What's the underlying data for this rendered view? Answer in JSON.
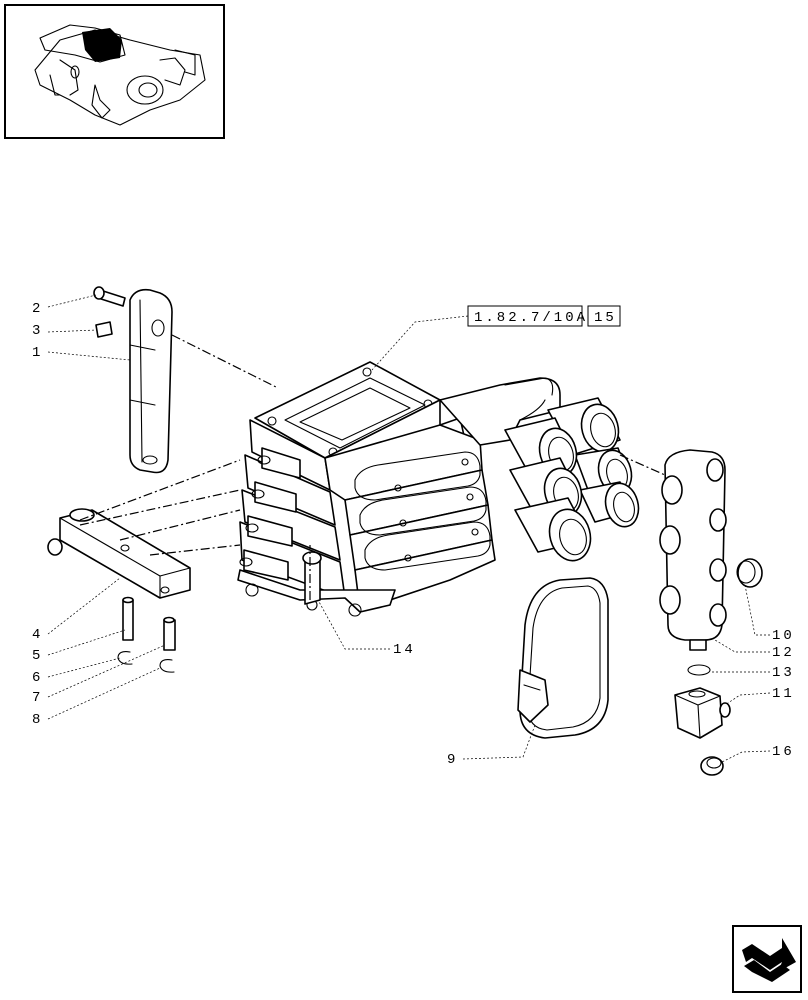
{
  "diagram": {
    "callouts": [
      {
        "id": "c1",
        "text": "1"
      },
      {
        "id": "c2",
        "text": "2"
      },
      {
        "id": "c3",
        "text": "3"
      },
      {
        "id": "c4",
        "text": "4"
      },
      {
        "id": "c5",
        "text": "5"
      },
      {
        "id": "c6",
        "text": "6"
      },
      {
        "id": "c7",
        "text": "7"
      },
      {
        "id": "c8",
        "text": "8"
      },
      {
        "id": "c9",
        "text": "9"
      },
      {
        "id": "c10",
        "text": "10"
      },
      {
        "id": "c11",
        "text": "11"
      },
      {
        "id": "c12",
        "text": "12"
      },
      {
        "id": "c13",
        "text": "13"
      },
      {
        "id": "c14",
        "text": "14"
      },
      {
        "id": "c16",
        "text": "16"
      }
    ],
    "reference": {
      "code": "1.82.7/10A",
      "sheet": "15"
    }
  },
  "icons": {
    "thumbnail": "assembly-thumbnail-icon",
    "next_page": "next-page-arrow-icon"
  }
}
